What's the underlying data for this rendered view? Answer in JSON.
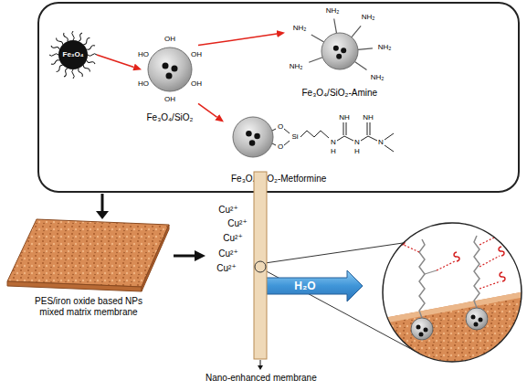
{
  "diagram": {
    "nodes": [
      {
        "text": [
          "Fe₃O₄"
        ]
      },
      {
        "text": [
          "Fe₃O₄/SiO₂"
        ]
      },
      {
        "text": [
          "Fe₃O₄/SiO₂-Amine"
        ]
      },
      {
        "text": [
          "Fe₃O₄/SiO₂-Metformine"
        ]
      },
      {
        "text": [
          "PES/iron oxide based NPs mixed matrix membrane"
        ]
      },
      {
        "text": [
          "Nano-enhanced membrane"
        ]
      }
    ],
    "edges": [
      {
        "from": 0,
        "to": 1,
        "arrow": "to"
      },
      {
        "from": 1,
        "to": 2,
        "arrow": "to"
      },
      {
        "from": 1,
        "to": 3,
        "arrow": "to"
      },
      {
        "from": 4,
        "to": 5,
        "arrow": "to"
      }
    ],
    "labels": [
      "HO",
      "OH",
      "OH",
      "OH",
      "OH",
      "HO",
      "NH₂",
      "NH₂",
      "NH₂",
      "NH₂",
      "NH₂",
      "NH₂",
      "O",
      "O",
      "Si",
      "N",
      "H",
      "NH",
      "N",
      "H",
      "NH",
      "N",
      "Cu²⁺",
      "Cu²⁺",
      "Cu²⁺",
      "Cu²⁺",
      "Cu²⁺",
      "H₂O"
    ]
  }
}
